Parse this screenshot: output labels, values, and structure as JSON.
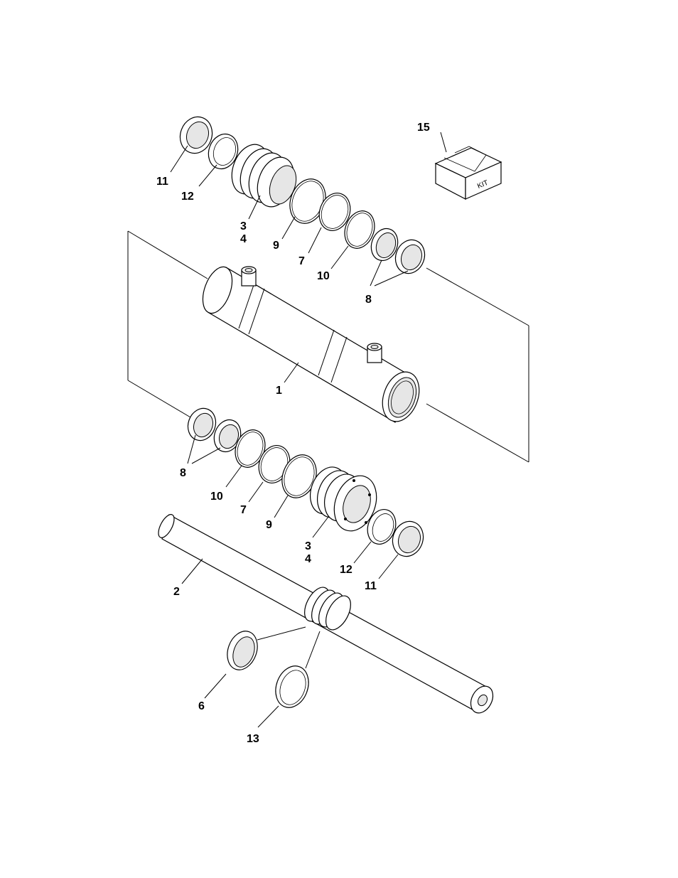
{
  "callouts": {
    "c1": "1",
    "c2": "2",
    "c3_top": "3",
    "c4_top": "4",
    "c3_bot": "3",
    "c4_bot": "4",
    "c6": "6",
    "c7_top": "7",
    "c7_bot": "7",
    "c8_top": "8",
    "c8_bot": "8",
    "c9_top": "9",
    "c9_bot": "9",
    "c10_top": "10",
    "c10_bot": "10",
    "c11_top": "11",
    "c11_bot": "11",
    "c12_top": "12",
    "c12_bot": "12",
    "c13": "13",
    "c15": "15"
  },
  "kit_label": "KIT"
}
